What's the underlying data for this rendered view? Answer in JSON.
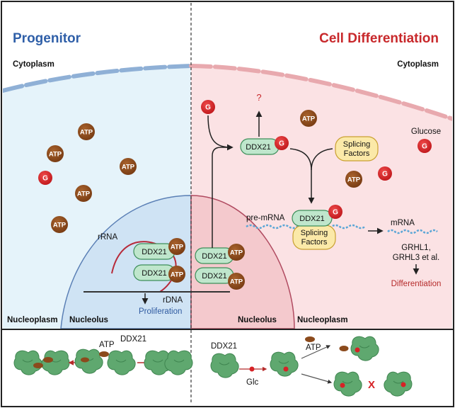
{
  "left_panel": {
    "title": "Progenitor",
    "cytoplasm": "Cytoplasm",
    "nucleoplasm": "Nucleoplasm",
    "nucleolus": "Nucleolus",
    "rrna": "rRNA",
    "rdna": "rDNA",
    "proliferation": "Proliferation",
    "ddx21": "DDX21",
    "atp": "ATP",
    "g": "G"
  },
  "right_panel": {
    "title": "Cell Differentiation",
    "cytoplasm": "Cytoplasm",
    "nucleoplasm": "Nucleoplasm",
    "nucleolus": "Nucleolus",
    "question": "?",
    "glucose": "Glucose",
    "splicing_line1": "Splicing",
    "splicing_line2": "Factors",
    "pre_mrna": "pre-mRNA",
    "mrna": "mRNA",
    "genes_line1": "GRHL1,",
    "genes_line2": "GRHL3 et al.",
    "differentiation": "Differentiation",
    "ddx21": "DDX21",
    "atp": "ATP",
    "g": "G"
  },
  "bottom_left": {
    "atp": "ATP",
    "ddx21": "DDX21"
  },
  "bottom_right": {
    "ddx21": "DDX21",
    "atp": "ATP",
    "glc": "Glc",
    "x_mark": "X"
  },
  "colors": {
    "progenitor_title": "#2f5fa8",
    "differentiation_title": "#c8282b",
    "differentiation_text": "#b52a2a",
    "proliferation_text": "#2f5aa0",
    "atp": "#8b4a1c",
    "glucose": "#d62226",
    "ddx21_fill": "#bfe6cc",
    "ddx21_stroke": "#3d8f5a",
    "splicing_fill": "#fbe9a8",
    "splicing_stroke": "#c9a030",
    "protein": "#5fa86f"
  }
}
